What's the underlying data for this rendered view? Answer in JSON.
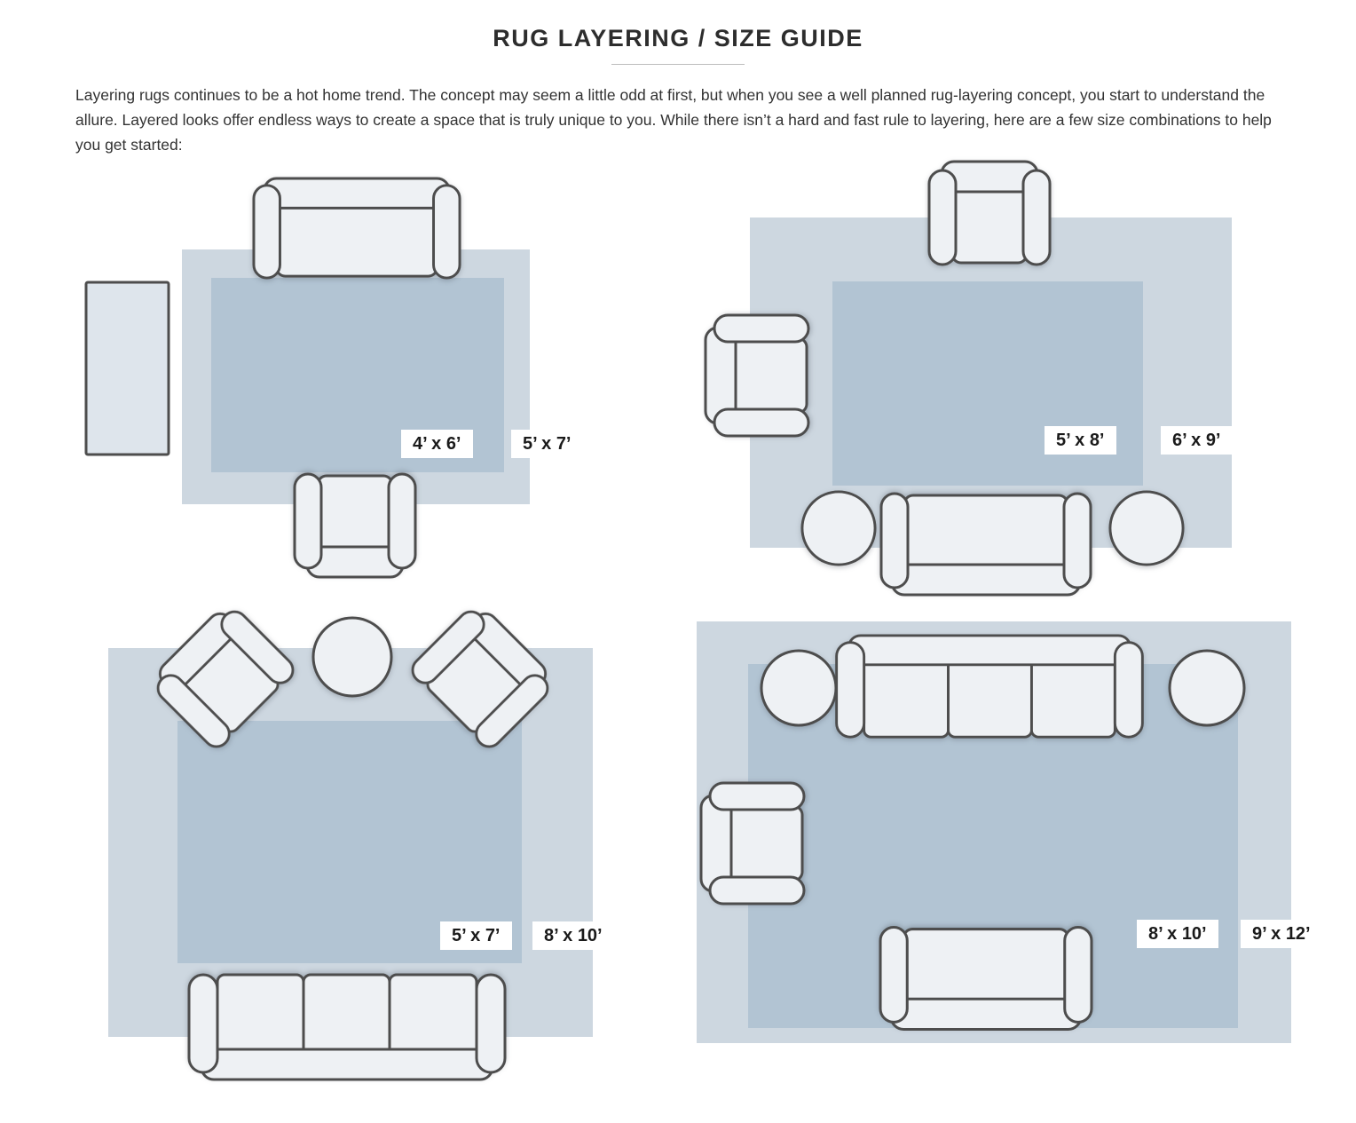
{
  "page": {
    "title": "RUG LAYERING / SIZE GUIDE",
    "intro": "Layering rugs continues to be a hot home trend. The concept may seem a little odd at first, but when you see a well planned rug-layering concept, you start to understand the allure. Layered looks offer endless ways to create a space that is truly unique to you. While there isn’t a hard and fast rule to layering, here are a few size combinations to help you get started:"
  },
  "colors": {
    "outer_rug": "#cdd7e0",
    "inner_rug": "#b2c4d3",
    "side_table": "#dee5ec",
    "furniture_fill": "#eef1f4",
    "furniture_stroke": "#4d4d4d",
    "label_text": "#1a1a1a",
    "label_bg": "#ffffff"
  },
  "diagrams": [
    {
      "name": "layout-1",
      "inner_rug": "4’ x 6’",
      "outer_rug": "5’ x 7’"
    },
    {
      "name": "layout-2",
      "inner_rug": "5’ x 8’",
      "outer_rug": "6’ x 9’"
    },
    {
      "name": "layout-3",
      "inner_rug": "5’ x 7’",
      "outer_rug": "8’ x 10’"
    },
    {
      "name": "layout-4",
      "inner_rug": "8’ x 10’",
      "outer_rug": "9’ x 12’"
    }
  ]
}
